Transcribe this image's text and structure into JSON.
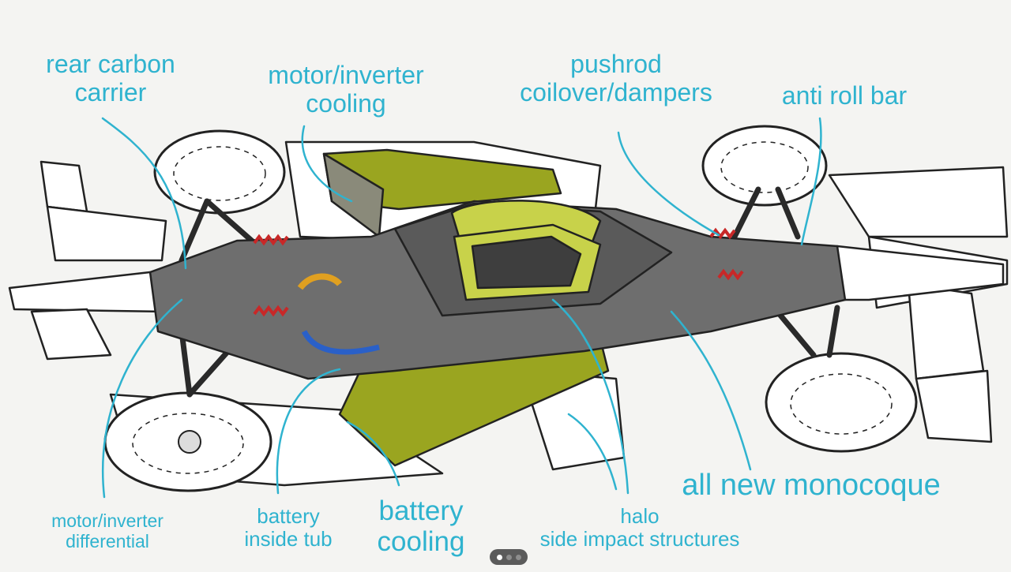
{
  "labels": {
    "rear_carbon_carrier": [
      "rear carbon",
      "carrier"
    ],
    "motor_inverter_cooling": [
      "motor/inverter",
      "cooling"
    ],
    "pushrod_coilover_dampers": [
      "pushrod",
      "coilover/dampers"
    ],
    "anti_roll_bar": [
      "anti roll bar"
    ],
    "motor_inverter_differential": [
      "motor/inverter",
      "differential"
    ],
    "battery_inside_tub": [
      "battery",
      "inside tub"
    ],
    "battery_cooling": [
      "battery",
      "cooling"
    ],
    "halo_side_impact": [
      "halo",
      "side impact structures"
    ],
    "all_new_monocoque": [
      "all new monocoque"
    ]
  },
  "colors": {
    "annotation": "#2fb3cf",
    "monocoque": "#6e6e6e",
    "pods": "#9aa520",
    "halo": "#c8d24a",
    "springs": "#c82828",
    "wheel": "#ffffff",
    "outline": "#222222",
    "background": "#f4f4f2"
  },
  "carousel": {
    "count": 3,
    "active": 0
  }
}
